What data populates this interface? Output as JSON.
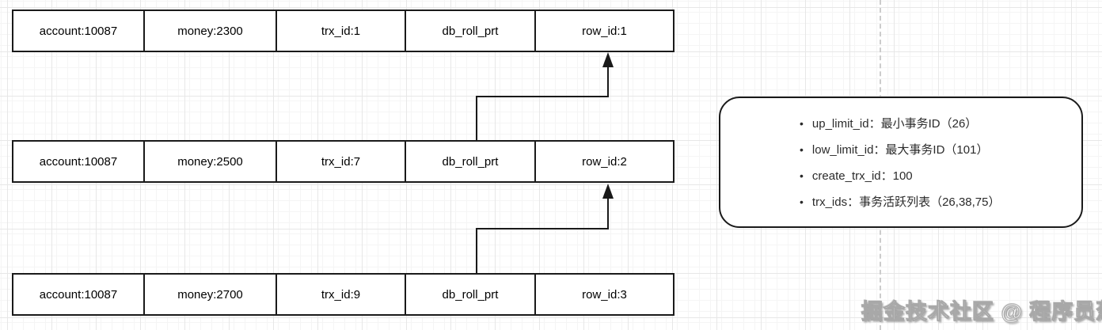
{
  "diagram": {
    "rows": [
      {
        "cells": [
          "account:10087",
          "money:2300",
          "trx_id:1",
          "db_roll_prt",
          "row_id:1"
        ]
      },
      {
        "cells": [
          "account:10087",
          "money:2500",
          "trx_id:7",
          "db_roll_prt",
          "row_id:2"
        ]
      },
      {
        "cells": [
          "account:10087",
          "money:2700",
          "trx_id:9",
          "db_roll_prt",
          "row_id:3"
        ]
      }
    ],
    "readview": {
      "bullet": "•",
      "items": [
        "up_limit_id：最小事务ID（26）",
        "low_limit_id：最大事务ID（101）",
        "create_trx_id：100",
        "trx_ids：事务活跃列表（26,38,75）"
      ]
    },
    "watermark": "掘金技术社区 @ 程序员葱",
    "colors": {
      "line": "#1a1a1a",
      "grid_major": "#e7e7e7",
      "grid_minor": "#f5f5f5",
      "dashed_divider": "#cccccc"
    }
  }
}
